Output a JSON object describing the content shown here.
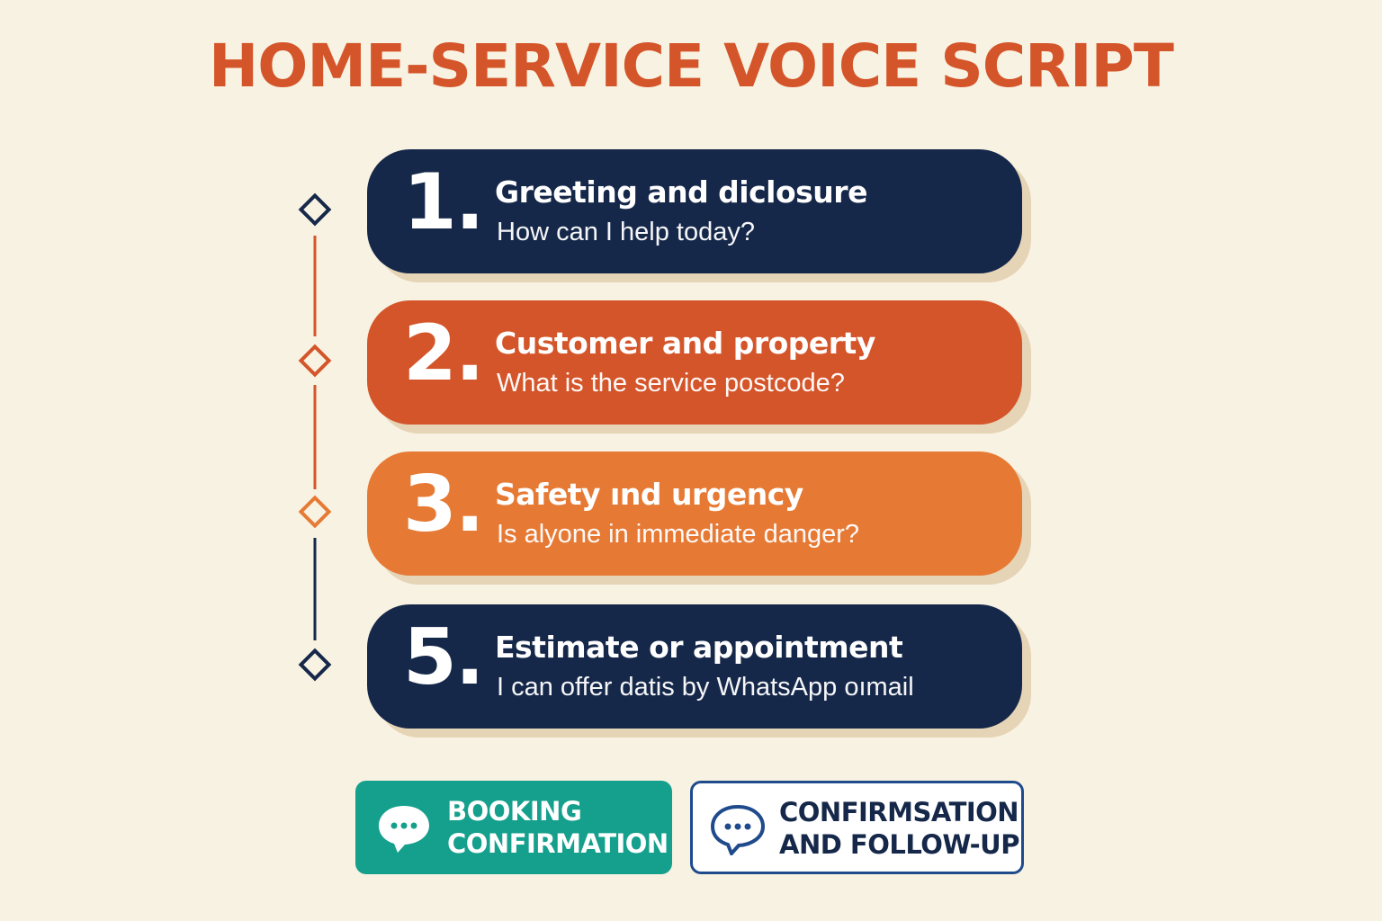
{
  "title": "HOME-SERVICE VOICE SCRIPT",
  "colors": {
    "title": "#d4552a",
    "navy": "#16284a",
    "dark_orange": "#d4552a",
    "light_orange": "#e67a35",
    "teal": "#14a08c",
    "button_border": "#1f4a8c",
    "background": "#f8f2e2"
  },
  "steps": [
    {
      "number": "1.",
      "title": "Greeting and diclosure",
      "text": "How can I help today?",
      "color": "#16284a"
    },
    {
      "number": "2.",
      "title": "Customer and property",
      "text": "What is the service postcode?",
      "color": "#d4552a"
    },
    {
      "number": "3.",
      "title": "Safety ınd urgency",
      "text": "Is alyone in immediate danger?",
      "color": "#e67a35"
    },
    {
      "number": "5.",
      "title": "Estimate or appointment",
      "text": "I can offer datis by WhatsApp oımail",
      "color": "#16284a"
    }
  ],
  "buttons": {
    "booking": {
      "line1": "BOOKING",
      "line2": "CONFIRMATION",
      "icon": "chat-bubble-icon"
    },
    "followup": {
      "line1": "CONFIRMSATION",
      "line2": "AND FOLLOW-UP",
      "icon": "chat-bubble-icon"
    }
  }
}
